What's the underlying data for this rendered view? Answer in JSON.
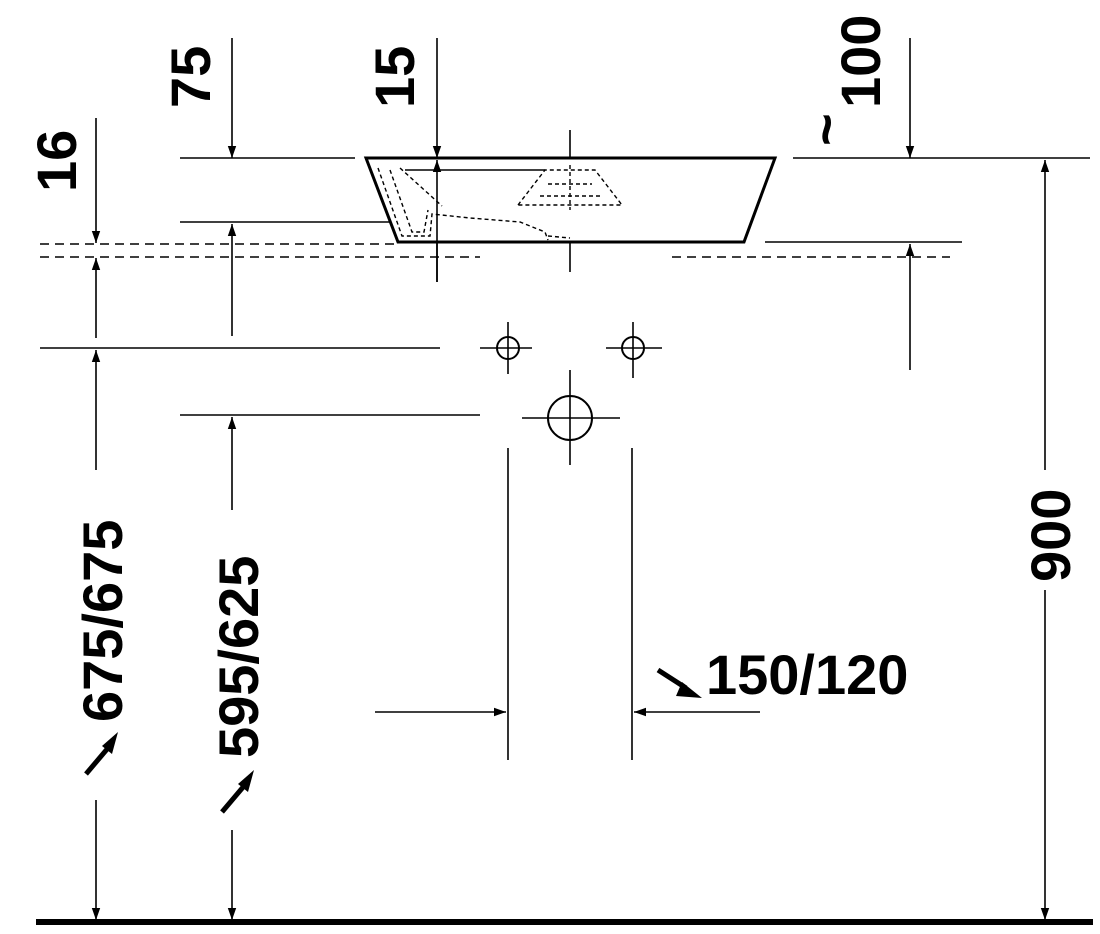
{
  "dimensions": {
    "depth_75": "75",
    "depth_15": "15",
    "overflow_100": "100",
    "approx_symbol": "~",
    "thickness_16": "16",
    "height_900": "900",
    "height_675": "675/675",
    "height_595": "595/625",
    "waste_150": "150/120"
  },
  "icons": [
    "crosshair-icon",
    "arrowhead-icon",
    "pointer-arrow-icon"
  ]
}
